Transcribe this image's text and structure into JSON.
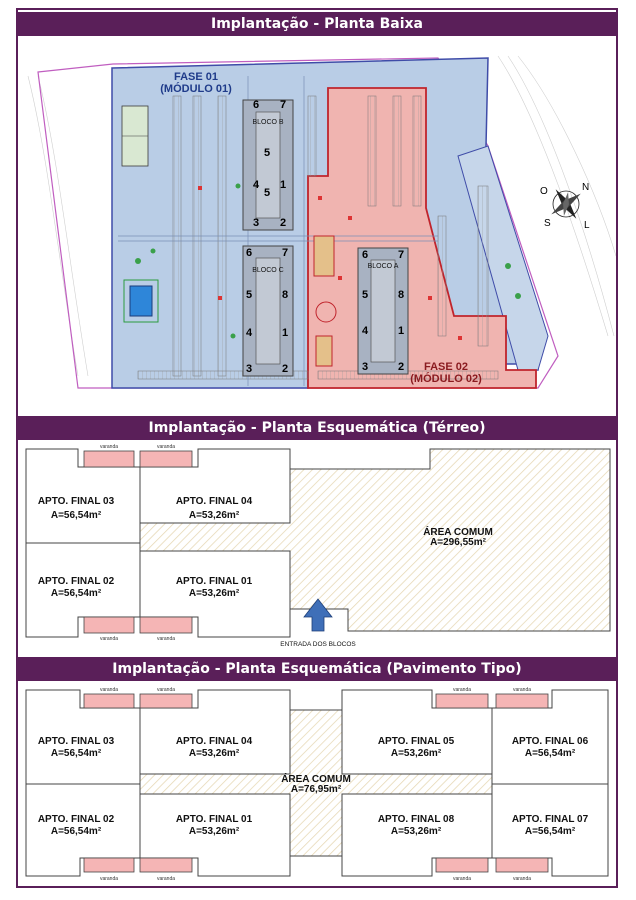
{
  "headers": {
    "planta_baixa": "Implantação - Planta Baixa",
    "planta_terreo": "Implantação - Planta Esquemática (Térreo)",
    "planta_tipo": "Implantação - Planta Esquemática (Pavimento Tipo)"
  },
  "site_plan": {
    "fase01": "FASE 01",
    "modulo01": "(MÓDULO 01)",
    "fase02": "FASE 02",
    "modulo02": "(MÓDULO 02)",
    "bloco_b": "BLOCO B",
    "bloco_c": "BLOCO C",
    "bloco_a": "BLOCO A",
    "compass": {
      "n": "N",
      "s": "S",
      "l": "L",
      "o": "O"
    },
    "colors": {
      "fase01_fill": "#b9cde6",
      "fase01_border": "#3f4ca8",
      "fase02_fill": "#f0b4b0",
      "fase02_border": "#c0242c"
    }
  },
  "terreo": {
    "varanda_label": "varanda",
    "apt_03": {
      "name": "APTO. FINAL 03",
      "area": "A=56,54m²"
    },
    "apt_04": {
      "name": "APTO. FINAL 04",
      "area": "A=53,26m²"
    },
    "apt_02": {
      "name": "APTO. FINAL 02",
      "area": "A=56,54m²"
    },
    "apt_01": {
      "name": "APTO. FINAL 01",
      "area": "A=53,26m²"
    },
    "area_comum": {
      "name": "ÁREA COMUM",
      "area": "A=296,55m²"
    },
    "entrada": "ENTRADA DOS BLOCOS"
  },
  "tipo": {
    "varanda_label": "varanda",
    "apt_03": {
      "name": "APTO. FINAL 03",
      "area": "A=56,54m²"
    },
    "apt_04": {
      "name": "APTO. FINAL 04",
      "area": "A=53,26m²"
    },
    "apt_05": {
      "name": "APTO. FINAL 05",
      "area": "A=53,26m²"
    },
    "apt_06": {
      "name": "APTO. FINAL 06",
      "area": "A=56,54m²"
    },
    "apt_02": {
      "name": "APTO. FINAL 02",
      "area": "A=56,54m²"
    },
    "apt_01": {
      "name": "APTO. FINAL 01",
      "area": "A=53,26m²"
    },
    "apt_08": {
      "name": "APTO. FINAL 08",
      "area": "A=53,26m²"
    },
    "apt_07": {
      "name": "APTO. FINAL 07",
      "area": "A=56,54m²"
    },
    "area_comum": {
      "name": "ÁREA COMUM",
      "area": "A=76,95m²"
    }
  }
}
